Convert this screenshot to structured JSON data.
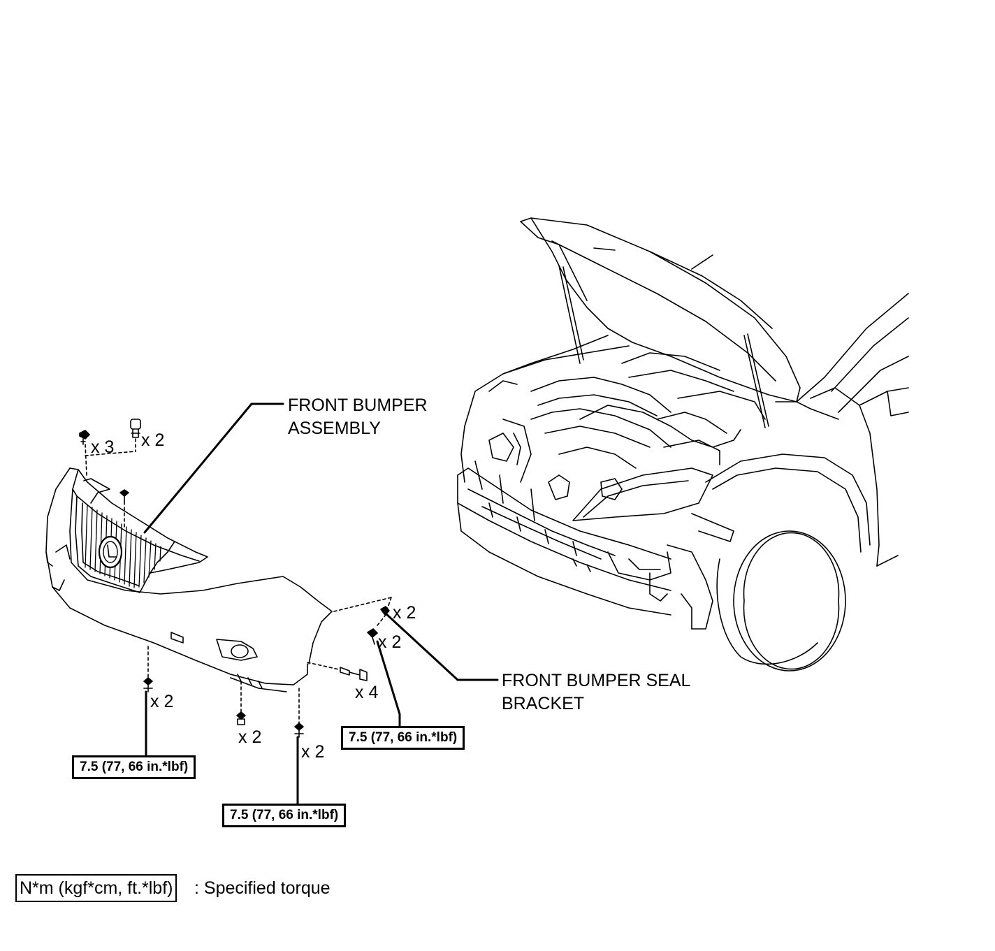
{
  "labels": {
    "front_bumper_assembly": [
      "FRONT BUMPER",
      "ASSEMBLY"
    ],
    "front_bumper_seal_bracket": [
      "FRONT BUMPER SEAL",
      "BRACKET"
    ]
  },
  "quantities": {
    "clip_top_left": "x 3",
    "clip_top_right": "x 2",
    "clip_bracket_upper": "x 2",
    "clip_bracket_lower": "x 2",
    "screw_side": "x 4",
    "bolt_bottom_left": "x 2",
    "screw_bottom_mid": "x 2",
    "bolt_bottom_right": "x 2"
  },
  "torques": {
    "bottom_left": "7.5 (77, 66 in.*lbf)",
    "bottom_center": "7.5 (77, 66 in.*lbf)",
    "bracket": "7.5 (77, 66 in.*lbf)"
  },
  "legend": {
    "box": "N*m (kgf*cm, ft.*lbf)",
    "text": ": Specified torque"
  }
}
